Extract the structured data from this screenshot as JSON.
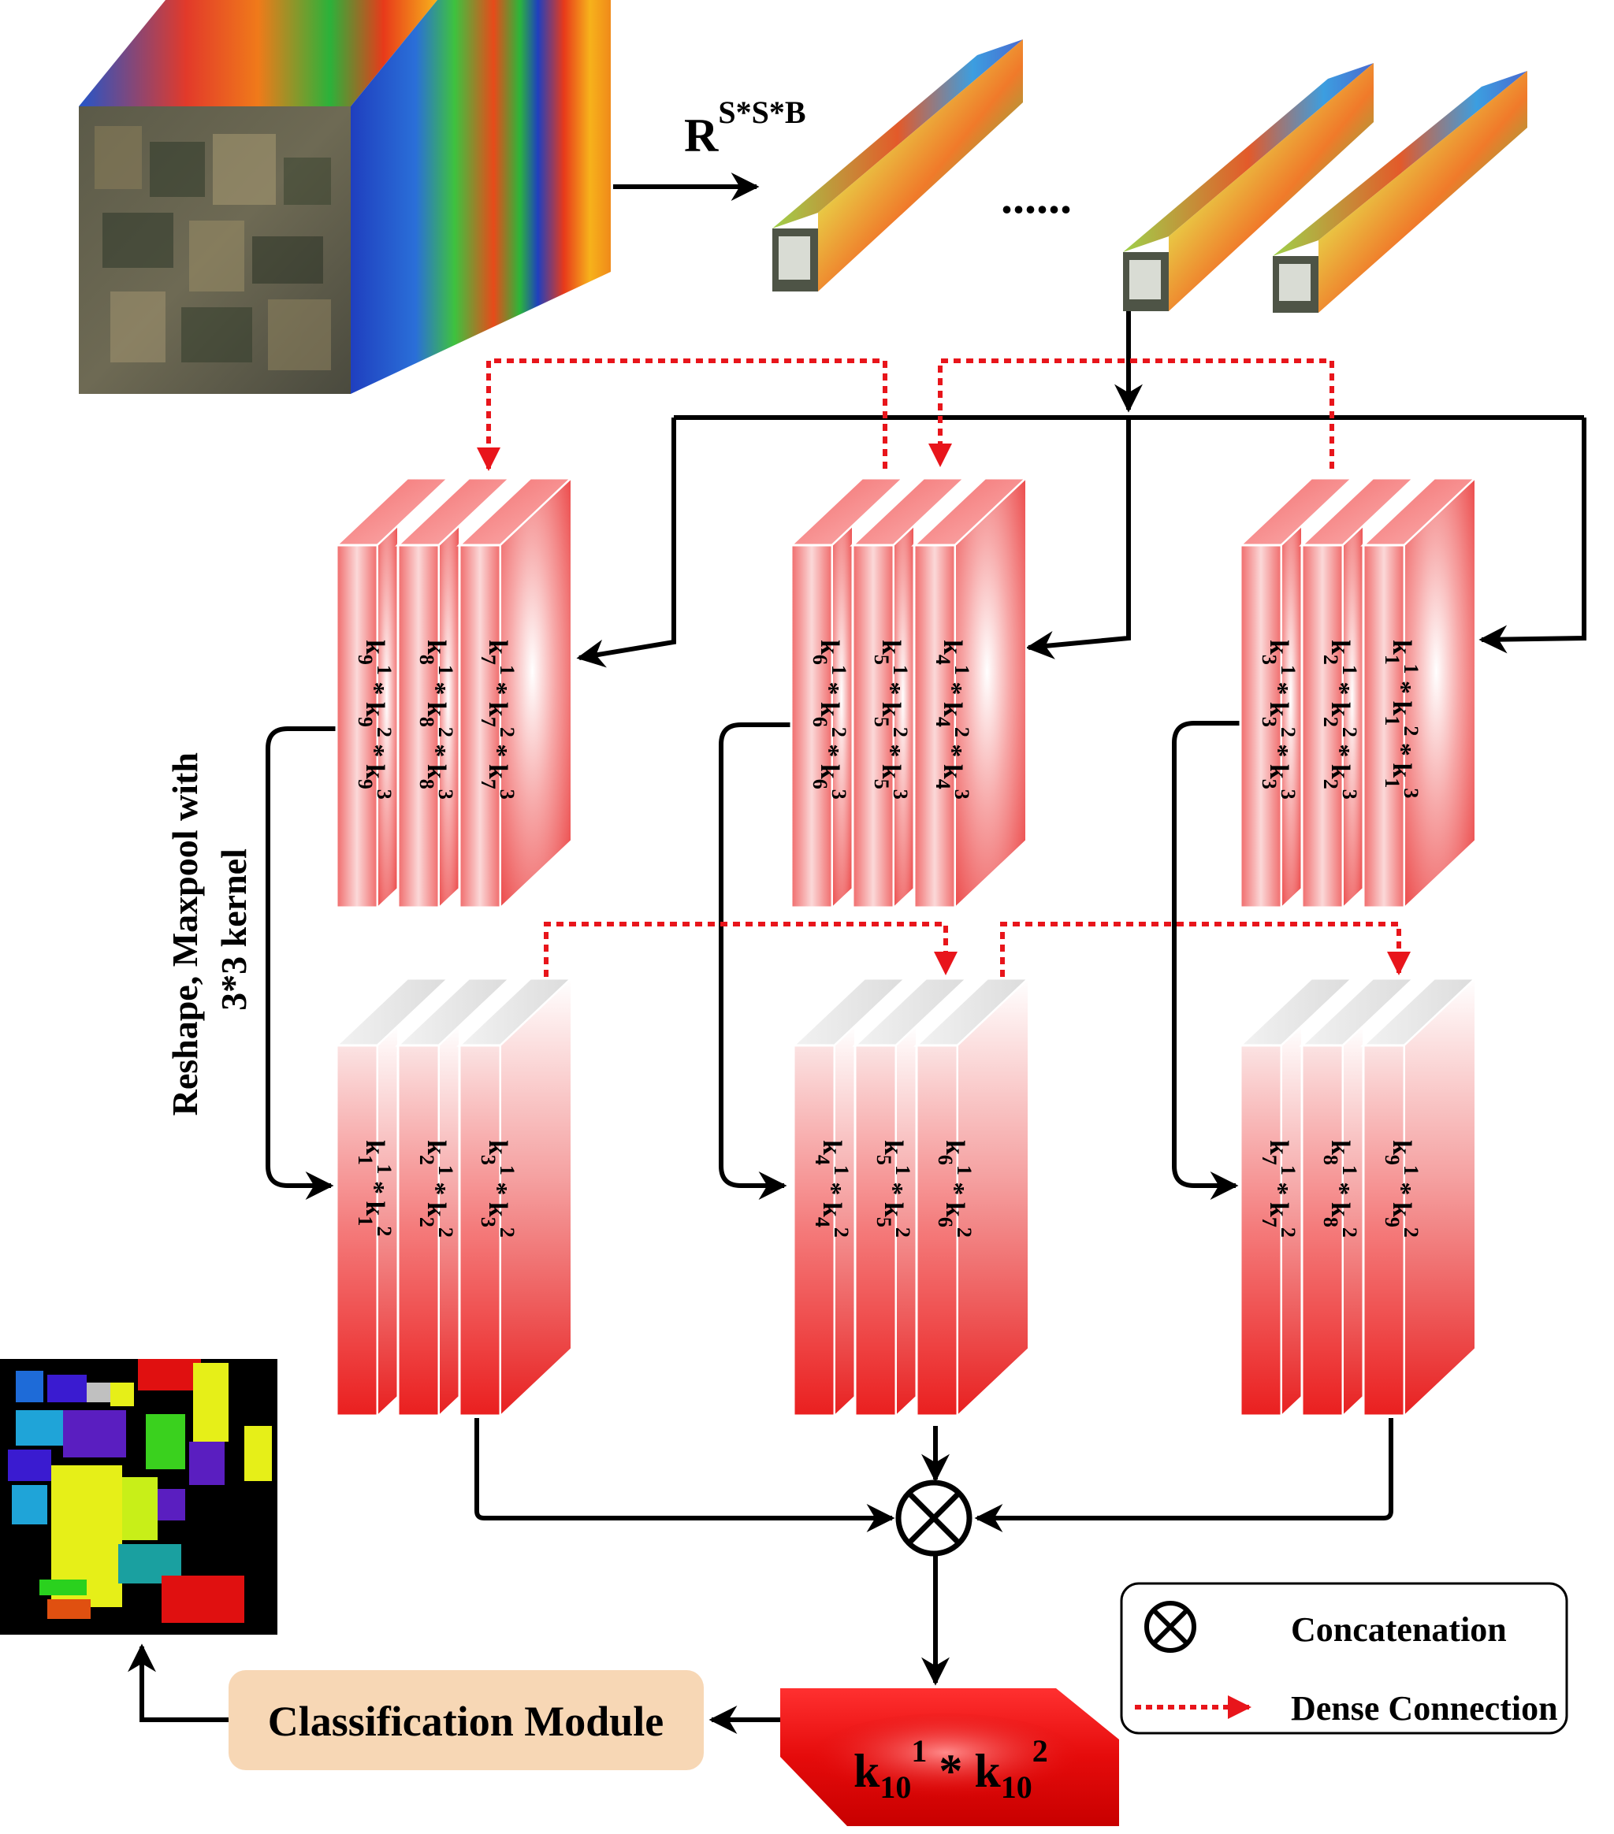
{
  "input": {
    "cube_label": "",
    "patch_label_base": "R",
    "patch_label_sup": "S*S*B",
    "ellipsis": "......"
  },
  "side_label": {
    "line1": "Reshape, Maxpool with",
    "line2": "3*3 kernel"
  },
  "top_blocks": [
    {
      "name": "block-top-left",
      "labels": [
        [
          "k",
          "9",
          "1",
          "k",
          "9",
          "2",
          "k",
          "9",
          "3"
        ],
        [
          "k",
          "8",
          "1",
          "k",
          "8",
          "2",
          "k",
          "8",
          "3"
        ],
        [
          "k",
          "7",
          "1",
          "k",
          "7",
          "2",
          "k",
          "7",
          "3"
        ]
      ]
    },
    {
      "name": "block-top-mid",
      "labels": [
        [
          "k",
          "6",
          "1",
          "k",
          "6",
          "2",
          "k",
          "6",
          "3"
        ],
        [
          "k",
          "5",
          "1",
          "k",
          "5",
          "2",
          "k",
          "5",
          "3"
        ],
        [
          "k",
          "4",
          "1",
          "k",
          "4",
          "2",
          "k",
          "4",
          "3"
        ]
      ]
    },
    {
      "name": "block-top-right",
      "labels": [
        [
          "k",
          "3",
          "1",
          "k",
          "3",
          "2",
          "k",
          "3",
          "3"
        ],
        [
          "k",
          "2",
          "1",
          "k",
          "2",
          "2",
          "k",
          "2",
          "3"
        ],
        [
          "k",
          "1",
          "1",
          "k",
          "1",
          "2",
          "k",
          "1",
          "3"
        ]
      ]
    }
  ],
  "bottom_blocks": [
    {
      "name": "block-bottom-left",
      "labels": [
        [
          "k",
          "1",
          "1",
          "k",
          "1",
          "2"
        ],
        [
          "k",
          "2",
          "1",
          "k",
          "2",
          "2"
        ],
        [
          "k",
          "3",
          "1",
          "k",
          "3",
          "2"
        ]
      ]
    },
    {
      "name": "block-bottom-mid",
      "labels": [
        [
          "k",
          "4",
          "1",
          "k",
          "4",
          "2"
        ],
        [
          "k",
          "5",
          "1",
          "k",
          "5",
          "2"
        ],
        [
          "k",
          "6",
          "1",
          "k",
          "6",
          "2"
        ]
      ]
    },
    {
      "name": "block-bottom-right",
      "labels": [
        [
          "k",
          "7",
          "1",
          "k",
          "7",
          "2"
        ],
        [
          "k",
          "8",
          "1",
          "k",
          "8",
          "2"
        ],
        [
          "k",
          "9",
          "1",
          "k",
          "9",
          "2"
        ]
      ]
    }
  ],
  "final_block": {
    "base": "k",
    "sub": "10",
    "sup1": "1",
    "sup2": "2",
    "op": "*"
  },
  "classification_module": "Classification Module",
  "legend": {
    "concatenation": "Concatenation",
    "dense_connection": "Dense Connection"
  },
  "colors": {
    "dense_connection": "#e8151b",
    "block_red": "#ee2a2a",
    "classification_bg": "#f7d7b5"
  }
}
